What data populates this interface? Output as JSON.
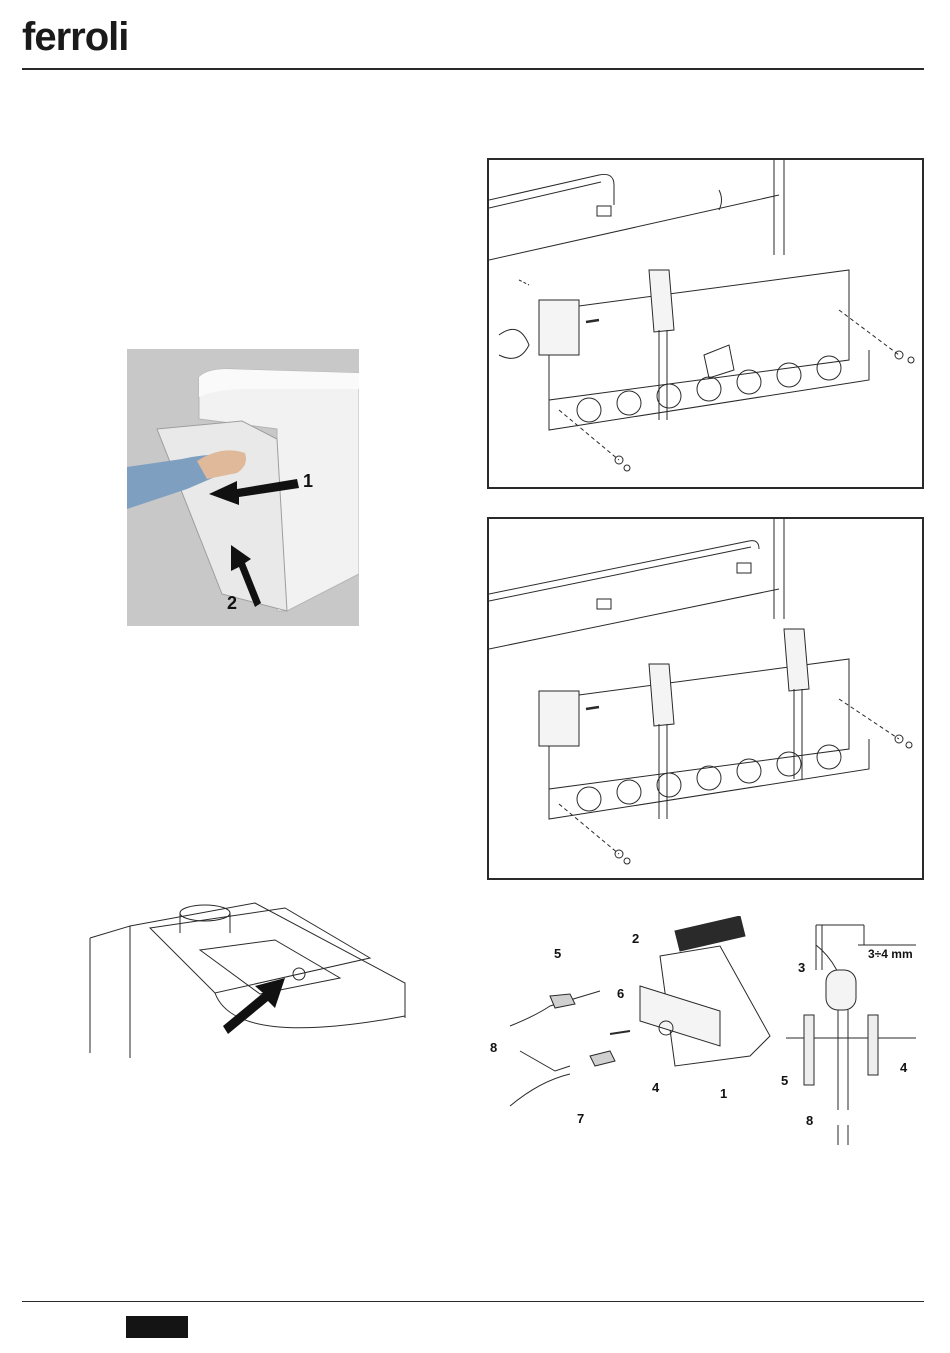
{
  "header": {
    "brand": "ferroli"
  },
  "photo_panel": {
    "labels": [
      "1",
      "2"
    ]
  },
  "pilot_figure": {
    "labels": [
      "1",
      "2",
      "3",
      "4",
      "5",
      "6",
      "7",
      "8"
    ]
  },
  "detail_figure": {
    "labels": [
      "3",
      "4",
      "5",
      "8"
    ],
    "gap_label": "3÷4 mm"
  },
  "colors": {
    "rule": "#2a2a2a",
    "photo_bg": "#cfcfcf",
    "page_tab": "#141414"
  }
}
